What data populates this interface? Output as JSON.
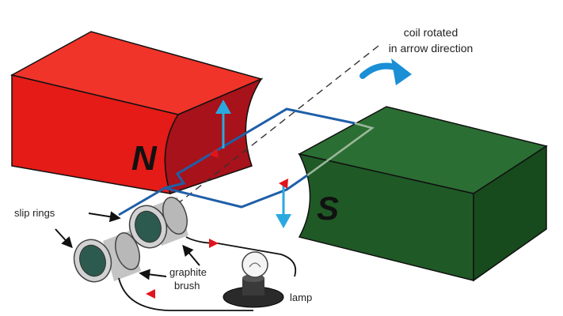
{
  "labels": {
    "coil_rotated_line1": "coil rotated",
    "coil_rotated_line2": "in arrow direction",
    "slip_rings_line1": "slip rings",
    "graphite_line1": "graphite",
    "graphite_line2": "brush",
    "lamp": "lamp"
  },
  "poles": {
    "north": "N",
    "south": "S"
  },
  "colors": {
    "north_magnet": "#e41b17",
    "south_magnet": "#1f5a26",
    "coil_wire": "#1f5fa8",
    "force_arrow": "#29a9e0",
    "current_arrow": "#e0151b",
    "slip_ring": "#b8b8b8"
  },
  "icons": [
    "rotation-arrow-icon",
    "lamp-bulb-icon"
  ]
}
